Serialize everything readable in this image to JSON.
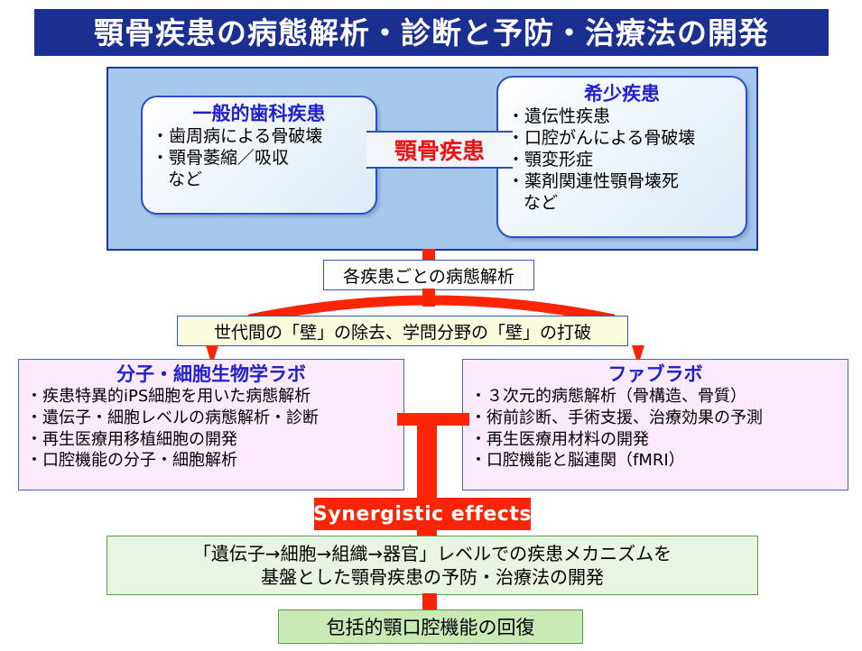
{
  "title": {
    "text": "顎骨疾患の病態解析・診断と予防・治療法の開発"
  },
  "disease_container": {
    "center_label": "顎骨疾患",
    "common_diseases": {
      "heading": "一般的歯科疾患",
      "items": [
        "・歯周病による骨破壊",
        "・顎骨萎縮／吸収",
        "など"
      ]
    },
    "rare_diseases": {
      "heading": "希少疾患",
      "items": [
        "・遺伝性疾患",
        "・口腔がんによる骨破壊",
        "・顎変形症",
        "・薬剤関連性顎骨壊死",
        "など"
      ]
    }
  },
  "analysis_box": {
    "text": "各疾患ごとの病態解析"
  },
  "wall_box": {
    "text": "世代間の「壁」の除去、学問分野の「壁」の打破"
  },
  "labs": {
    "molecular": {
      "heading": "分子・細胞生物学ラボ",
      "items": [
        "・疾患特異的iPS細胞を用いた病態解析",
        "・遺伝子・細胞レベルの病態解析・診断",
        "・再生医療用移植細胞の開発",
        "・口腔機能の分子・細胞解析"
      ]
    },
    "fab": {
      "heading": "ファブラボ",
      "items": [
        "・３次元的病態解析（骨構造、骨質）",
        "・術前診断、手術支援、治療効果の予測",
        "・再生医療用材料の開発",
        "・口腔機能と脳連関（fMRI）"
      ]
    }
  },
  "synergy": {
    "label": "Synergistic effects"
  },
  "goal": {
    "line1": "「遺伝子→細胞→組織→器官」レベルでの疾患メカニズムを",
    "line2": "基盤とした顎骨疾患の予防・治療法の開発"
  },
  "recovery": {
    "text": "包括的顎口腔機能の回復"
  },
  "colors": {
    "title_bar": "#1b2f91",
    "container_fill": "#a6c8ec",
    "container_border": "#2036a8",
    "heading_blue": "#2222cc",
    "accent_red": "#fb2405",
    "center_label_red": "#ee1111",
    "wall_yellow": "#fbfbdd",
    "lab_pink": "#fbeafb",
    "goal_green": "#eaf4e2",
    "recovery_green": "#c9eab5"
  }
}
